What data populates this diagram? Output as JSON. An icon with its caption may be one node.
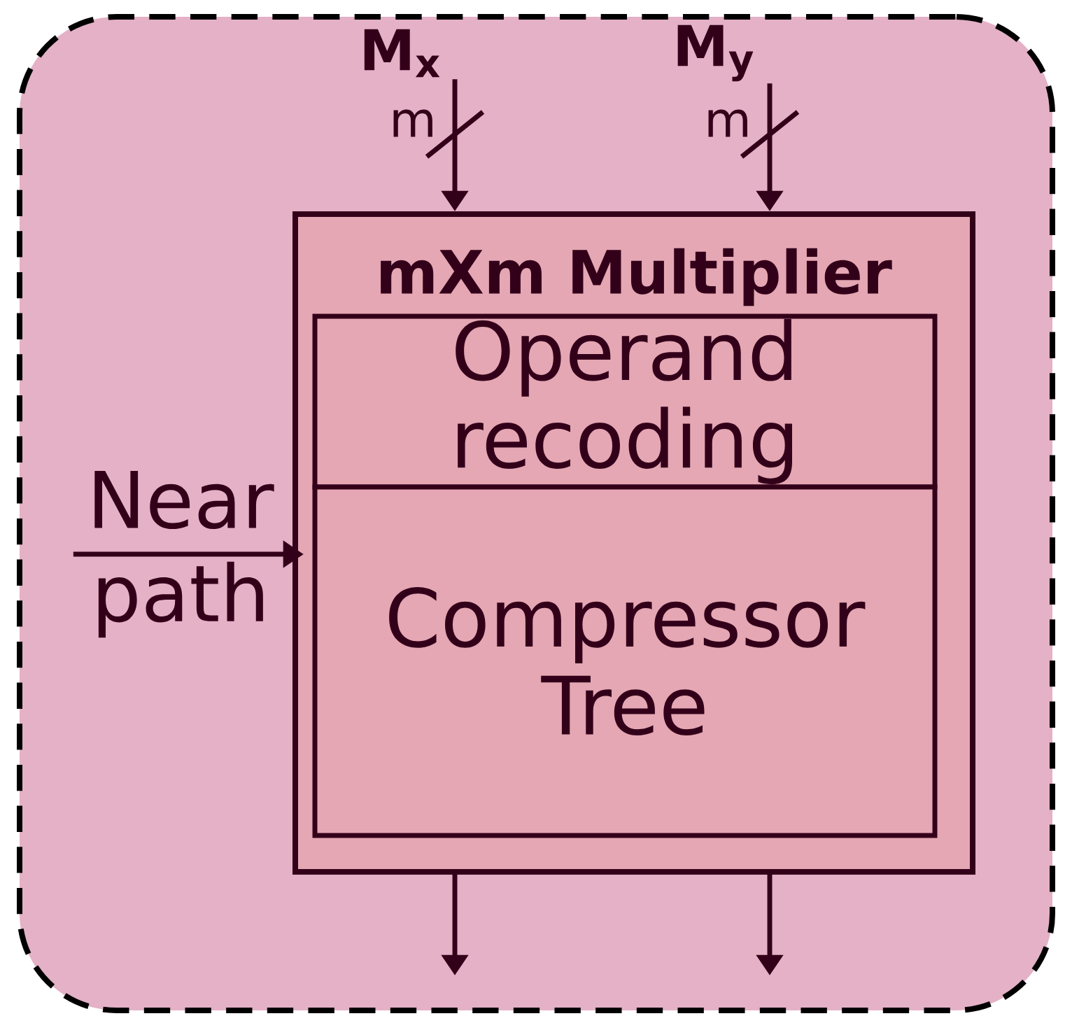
{
  "diagram": {
    "nodes": [
      {
        "text": [],
        "shape": "box"
      },
      {
        "text": [
          "mXm Multiplier"
        ],
        "in": 0
      },
      {
        "text": [
          "Operand recoding"
        ],
        "in": 1
      },
      {
        "text": [
          "Compressor Tree"
        ],
        "in": 1
      },
      {
        "text": [
          "M$_{x}$"
        ],
        "in": 0
      },
      {
        "text": [
          "M$_{y}$"
        ],
        "in": 0
      },
      {
        "text": [
          "Near path"
        ],
        "in": 0
      }
    ],
    "edges": [
      {
        "from": 4,
        "to": 1,
        "arrow": "to",
        "label": "m"
      },
      {
        "from": 5,
        "to": 1,
        "arrow": "to",
        "label": "m"
      },
      {
        "from": 6,
        "to": 1,
        "arrow": "to"
      },
      {
        "from": 1,
        "to": null,
        "arrow": "to"
      },
      {
        "from": 1,
        "to": null,
        "arrow": "to"
      }
    ]
  }
}
